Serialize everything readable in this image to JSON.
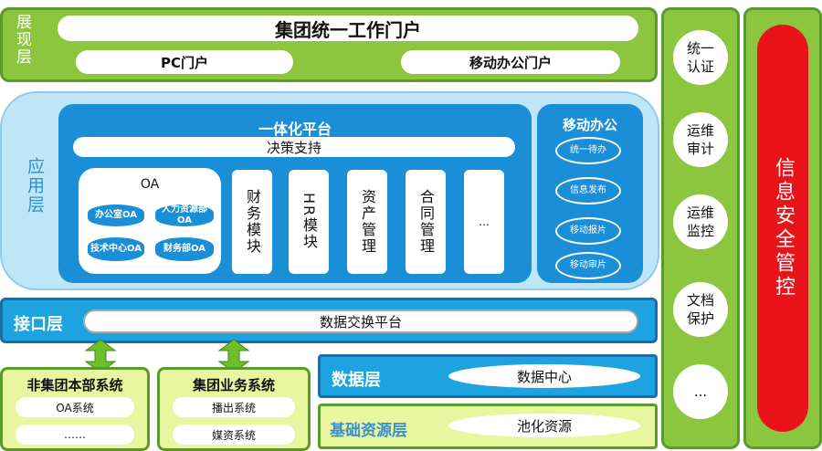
{
  "presentation": {
    "layer_label": "展现层",
    "portal_title": "集团统一工作门户",
    "pc_portal": "PC门户",
    "mobile_portal": "移动办公门户"
  },
  "application": {
    "layer_label": "应用层",
    "platform_title": "一体化平台",
    "decision_support": "决策支持",
    "oa": {
      "title": "OA",
      "items": [
        "办公室OA",
        "人力资源部OA",
        "技术中心OA",
        "财务部OA"
      ]
    },
    "modules": [
      "财务模块",
      "HR模块",
      "资产管理",
      "合同管理",
      "..."
    ],
    "mobile_office": {
      "title": "移动办公",
      "items": [
        "统一待办",
        "信息发布",
        "移动报片",
        "移动审片"
      ]
    }
  },
  "interface": {
    "layer_label": "接口层",
    "exchange_platform": "数据交换平台"
  },
  "non_group_systems": {
    "title": "非集团本部系统",
    "items": [
      "OA系统",
      "……"
    ]
  },
  "group_business_systems": {
    "title": "集团业务系统",
    "items": [
      "播出系统",
      "媒资系统"
    ]
  },
  "data_layer": {
    "layer_label": "数据层",
    "data_center": "数据中心"
  },
  "infrastructure": {
    "layer_label": "基础资源层",
    "pool": "池化资源"
  },
  "side_column": {
    "items": [
      "统一认证",
      "运维审计",
      "运维监控",
      "文档保护",
      "..."
    ]
  },
  "security": {
    "label": "信息安全管控"
  },
  "colors": {
    "green": "#8cc63f",
    "blue": "#1ca3e0",
    "dark_blue": "#1a6fb0",
    "red": "#e8141a",
    "light_green": "#e8f6a0"
  }
}
